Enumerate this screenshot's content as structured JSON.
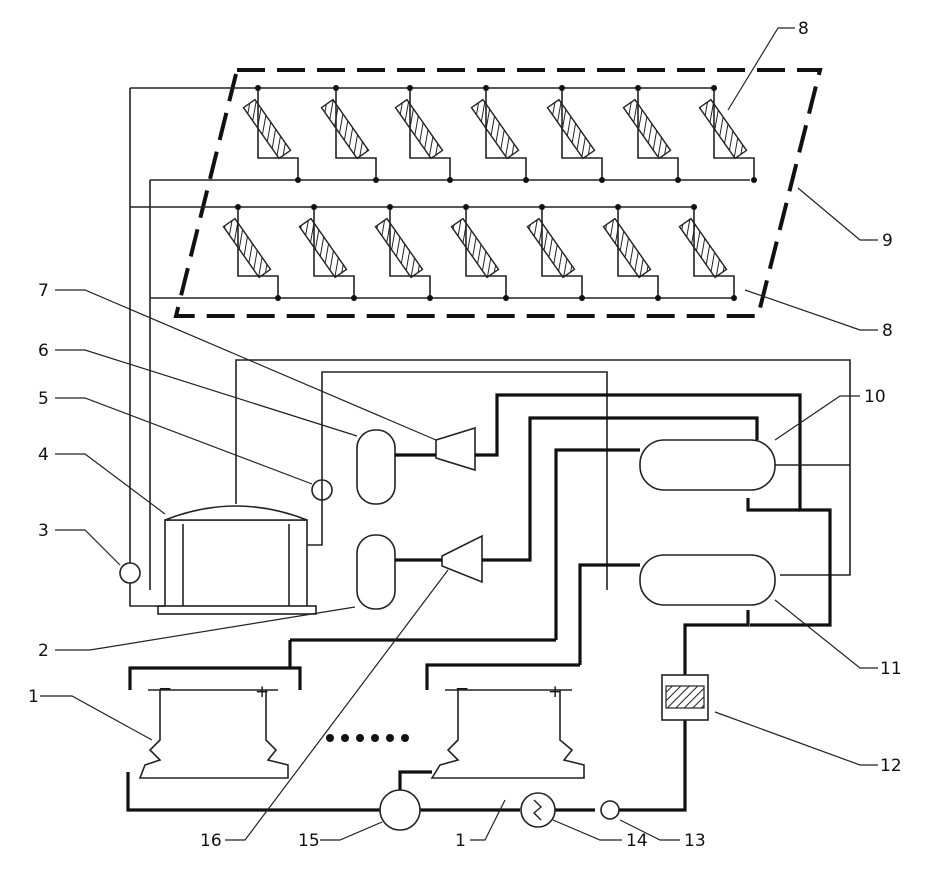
{
  "labels": {
    "l1a": "1",
    "l1b": "1",
    "l2": "2",
    "l3": "3",
    "l4": "4",
    "l5": "5",
    "l6": "6",
    "l7": "7",
    "l8a": "8",
    "l8b": "8",
    "l9": "9",
    "l10": "10",
    "l11": "11",
    "l12": "12",
    "l13": "13",
    "l14": "14",
    "l15": "15",
    "l16": "16"
  },
  "electrolyzer": {
    "minus": "−",
    "plus": "+"
  },
  "colors": {
    "line": "#222222",
    "background": "#ffffff"
  }
}
